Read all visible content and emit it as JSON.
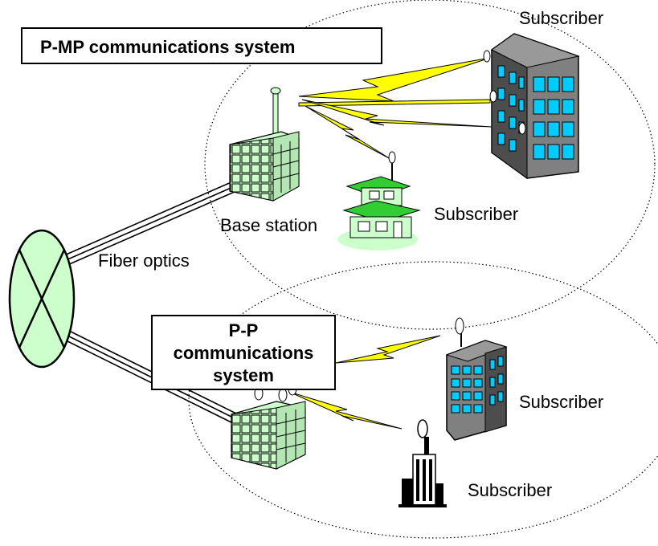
{
  "title_pmp": "P-MP communications system",
  "title_pp": [
    "P-P",
    "communications",
    "system"
  ],
  "labels": {
    "subscriber_top": "Subscriber",
    "subscriber_house": "Subscriber",
    "base_station": "Base station",
    "fiber_optics": "Fiber optics",
    "subscriber_pp_building": "Subscriber",
    "subscriber_pp_tower": "Subscriber"
  },
  "colors": {
    "building_green": "#ccffcc",
    "building_gray": "#808080",
    "window_cyan": "#00ccff",
    "lightning": "#ffff00",
    "house_roof": "#33cc33",
    "switch_fill": "#ccffcc"
  }
}
